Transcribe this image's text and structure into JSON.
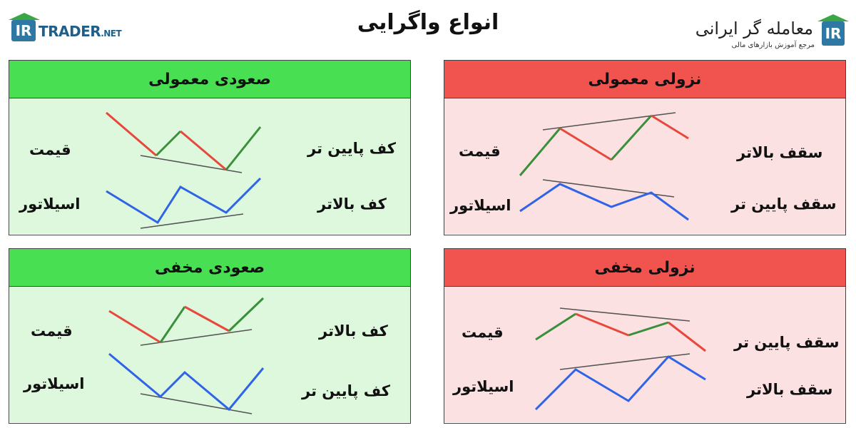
{
  "title": "انواع واگرایی",
  "logo_left": {
    "ir": "IR",
    "text": "TRADER",
    "suffix": ".NET"
  },
  "logo_right": {
    "ir": "IR",
    "name": "معامله گر ایرانی",
    "tagline": "مرجع آموزش بازارهای مالی"
  },
  "colors": {
    "green_header": "#49df52",
    "green_body": "#ddf8dc",
    "red_header": "#f1534f",
    "red_body": "#fbe1e1",
    "rise": "#3a8f3a",
    "fall": "#e8473c",
    "osc": "#2f63e8",
    "trend": "#555555"
  },
  "panels": {
    "bull_regular": {
      "title": "صعودی معمولی",
      "price_label": "قیمت",
      "osc_label": "اسیلاتور",
      "price_note": "کف پایین تر",
      "osc_note": "کف بالاتر"
    },
    "bear_regular": {
      "title": "نزولی معمولی",
      "price_label": "قیمت",
      "osc_label": "اسیلاتور",
      "price_note": "سقف بالاتر",
      "osc_note": "سقف پایین تر"
    },
    "bull_hidden": {
      "title": "صعودی مخفی",
      "price_label": "قیمت",
      "osc_label": "اسیلاتور",
      "price_note": "کف بالاتر",
      "osc_note": "کف پایین تر"
    },
    "bear_hidden": {
      "title": "نزولی مخفی",
      "price_label": "قیمت",
      "osc_label": "اسیلاتور",
      "price_note": "سقف پایین تر",
      "osc_note": "سقف بالاتر"
    }
  }
}
